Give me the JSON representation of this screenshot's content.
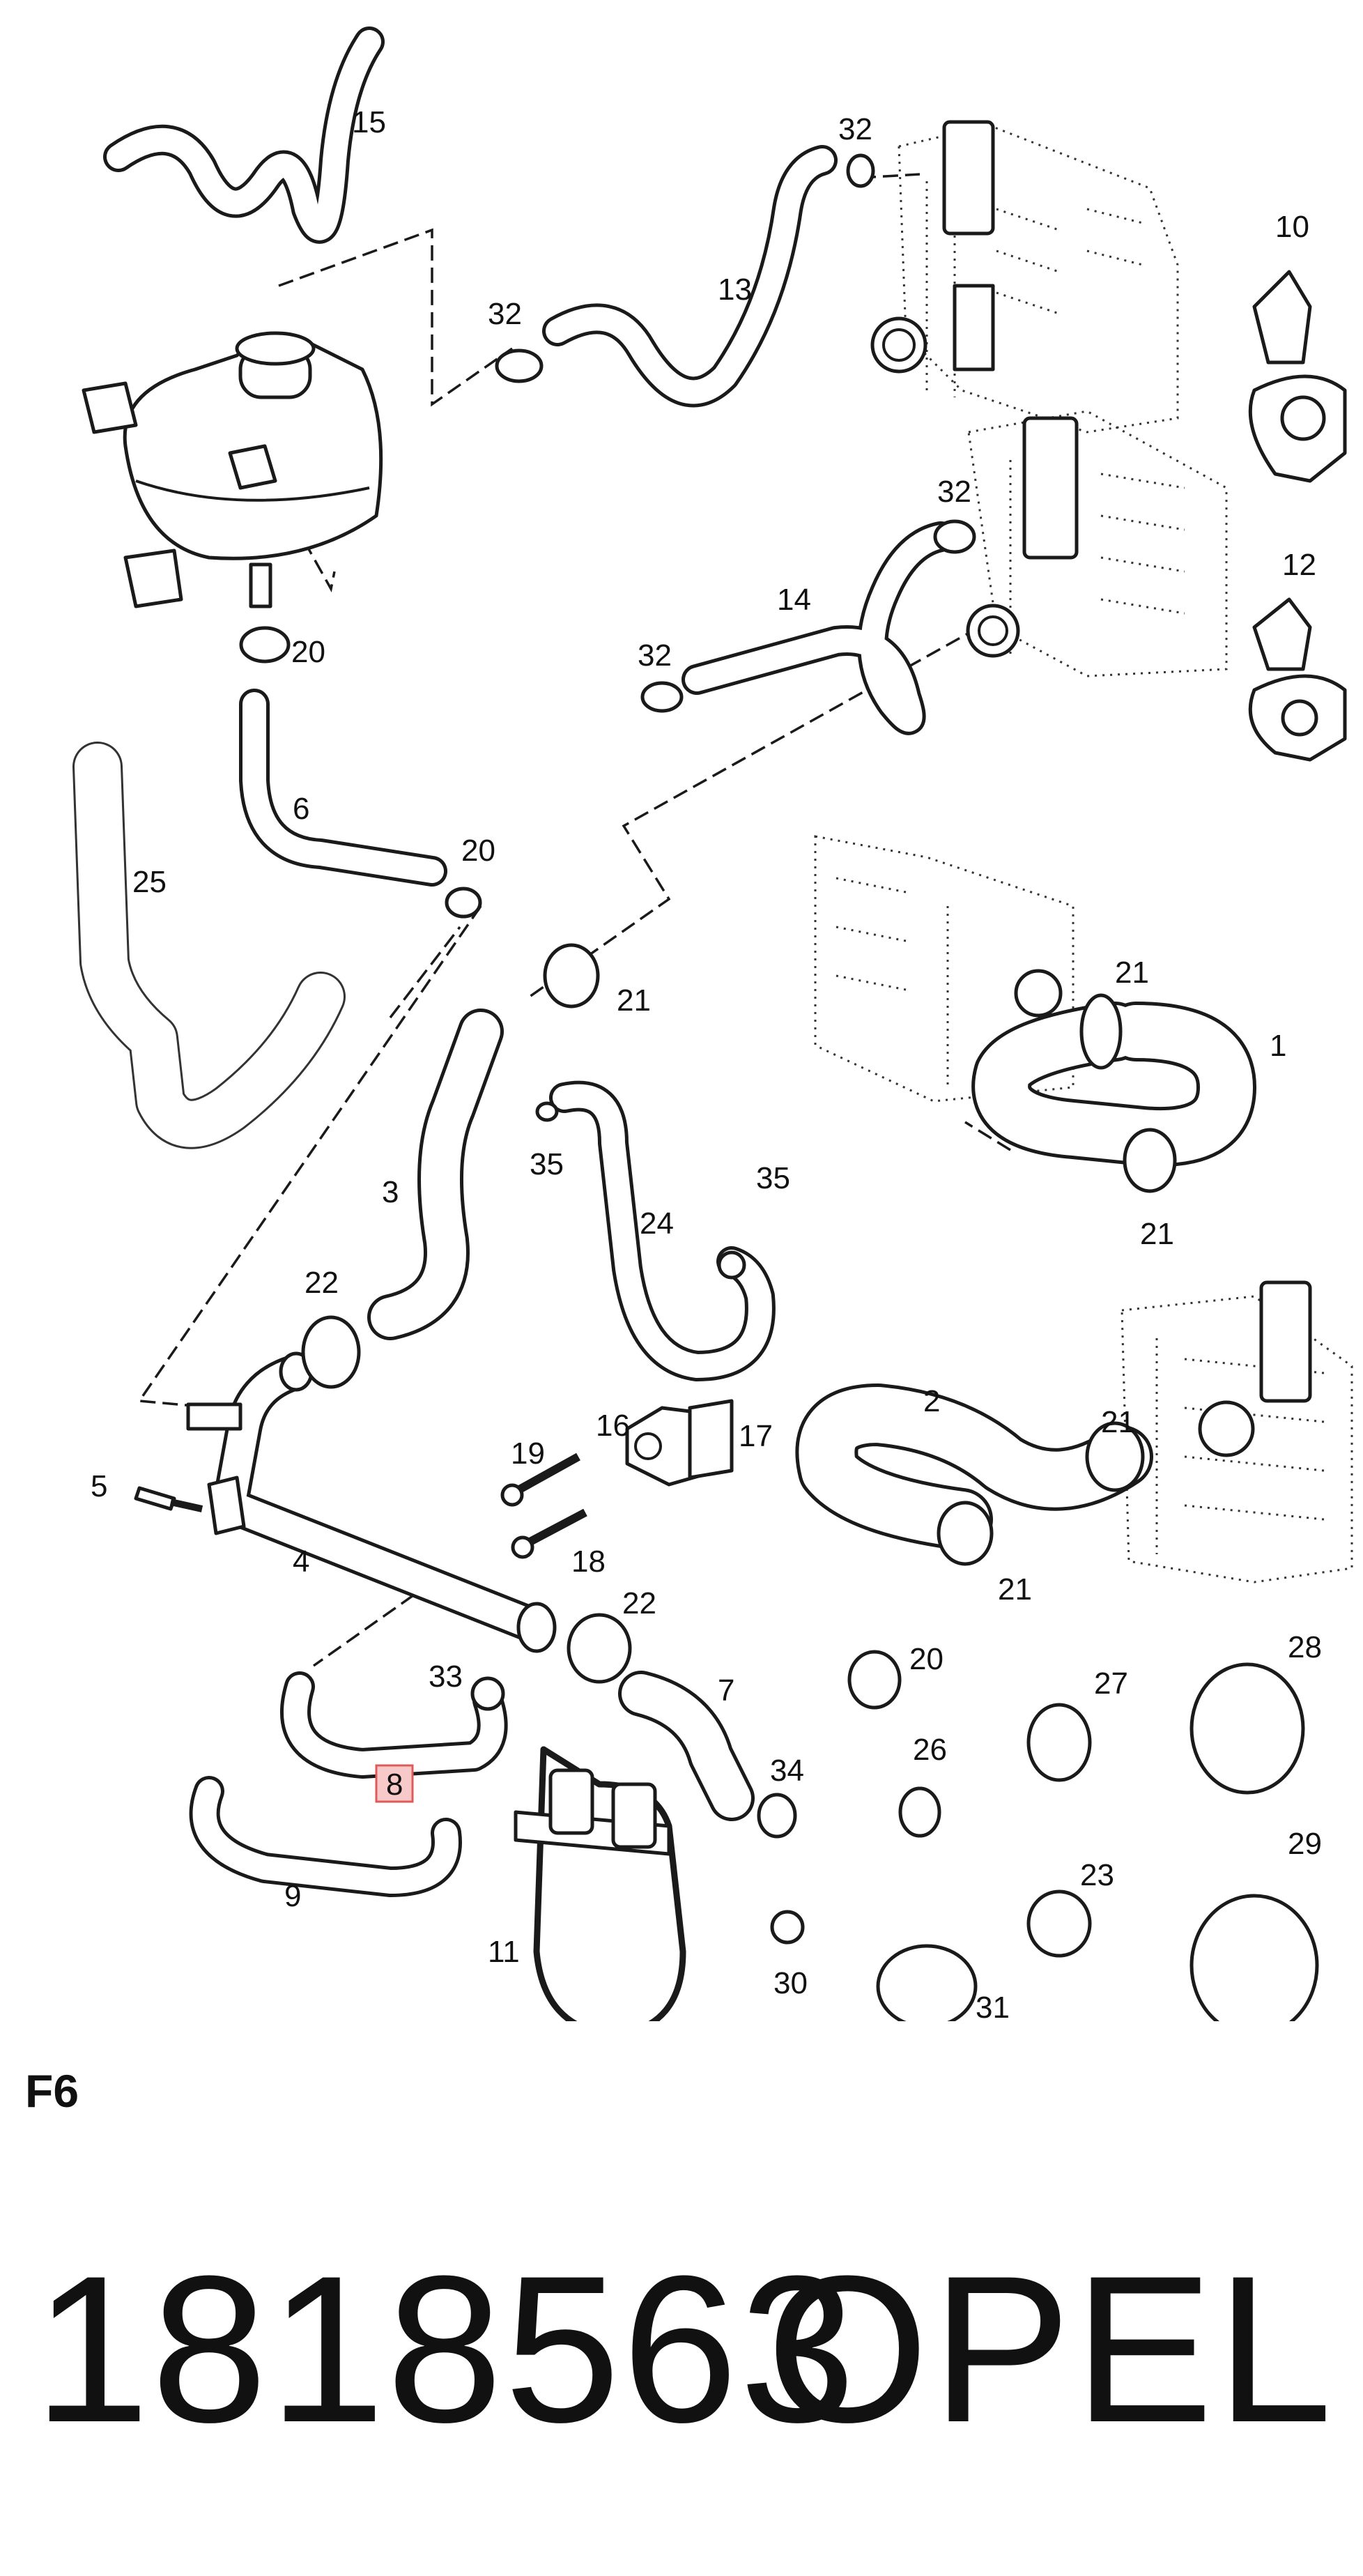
{
  "diagram": {
    "sheet_code": "F6",
    "part_number": "1818563",
    "brand": "OPEL",
    "callouts": [
      "1",
      "2",
      "3",
      "4",
      "5",
      "6",
      "7",
      "8",
      "9",
      "10",
      "11",
      "12",
      "13",
      "14",
      "15",
      "16",
      "17",
      "18",
      "19",
      "20",
      "21",
      "22",
      "23",
      "24",
      "25",
      "26",
      "27",
      "28",
      "29",
      "30",
      "31",
      "32",
      "33",
      "34",
      "35"
    ],
    "highlighted_callout": "8"
  }
}
